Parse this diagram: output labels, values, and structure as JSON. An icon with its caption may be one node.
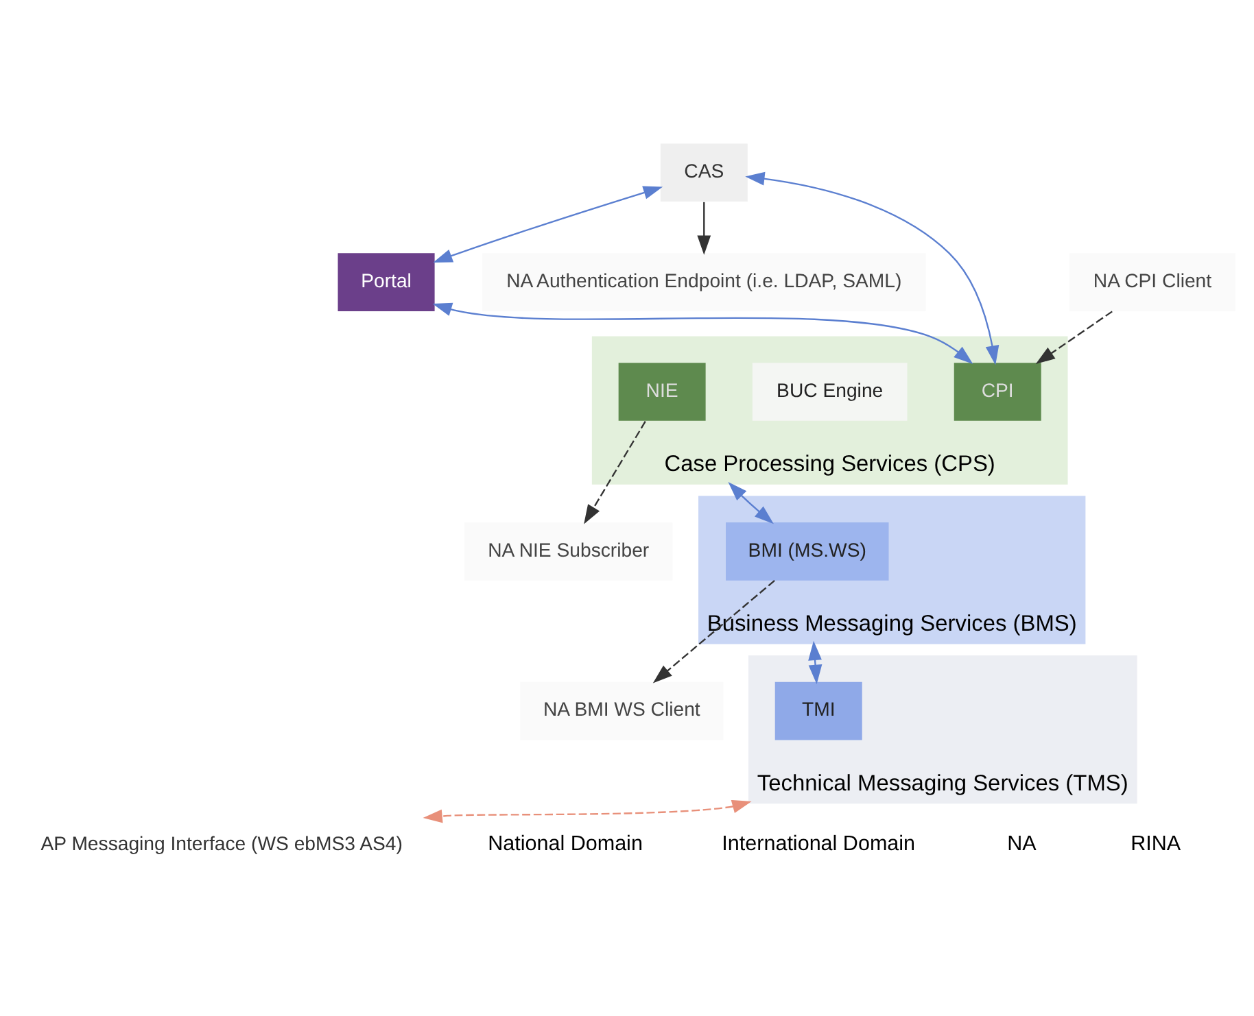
{
  "diagram": {
    "nodes": [
      {
        "text": [
          "Portal"
        ]
      },
      {
        "text": [
          "CAS"
        ]
      },
      {
        "text": [
          "NA Authentication Endpoint (i.e. LDAP, SAML)"
        ]
      },
      {
        "text": [
          "Case Processing Services (CPS)"
        ]
      },
      {
        "text": [
          "CPI"
        ],
        "in": 3
      },
      {
        "text": [
          "BUC Engine"
        ],
        "in": 3
      },
      {
        "text": [
          "NIE"
        ],
        "in": 3
      },
      {
        "text": [
          "NA CPI Client"
        ]
      },
      {
        "text": [
          "NA NIE Subscriber"
        ]
      },
      {
        "text": [
          "Business Messaging Services (BMS)"
        ]
      },
      {
        "text": [
          "BMI (MS.WS)"
        ],
        "in": 9
      },
      {
        "text": [
          "NA BMI WS Client"
        ]
      },
      {
        "text": [
          "Technical Messaging Services (TMS)"
        ]
      },
      {
        "text": [
          "TMI"
        ],
        "in": 12
      },
      {
        "text": [
          "AP Messaging Interface (WS ebMS3 AS4)"
        ]
      }
    ],
    "edges": [
      {
        "from": 1,
        "to": 0,
        "arrow": "both"
      },
      {
        "from": 1,
        "to": 4,
        "arrow": "both"
      },
      {
        "from": 1,
        "to": 2,
        "arrow": "to",
        "color": "#333333"
      },
      {
        "from": 0,
        "to": 4,
        "arrow": "both"
      },
      {
        "from": 7,
        "to": 4,
        "arrow": "to",
        "style": "dashed",
        "color": "#333333"
      },
      {
        "from": 6,
        "to": 8,
        "arrow": "to",
        "style": "dashed",
        "color": "#333333"
      },
      {
        "from": 3,
        "to": 10,
        "arrow": "both"
      },
      {
        "from": 10,
        "to": 11,
        "arrow": "to",
        "style": "dashed",
        "color": "#333333"
      },
      {
        "from": 9,
        "to": 13,
        "arrow": "both"
      },
      {
        "from": 12,
        "to": 14,
        "arrow": "both",
        "style": "dashed",
        "color": "#e8907a"
      }
    ],
    "labels": [
      "National Domain",
      "International Domain",
      "NA",
      "RINA"
    ]
  }
}
